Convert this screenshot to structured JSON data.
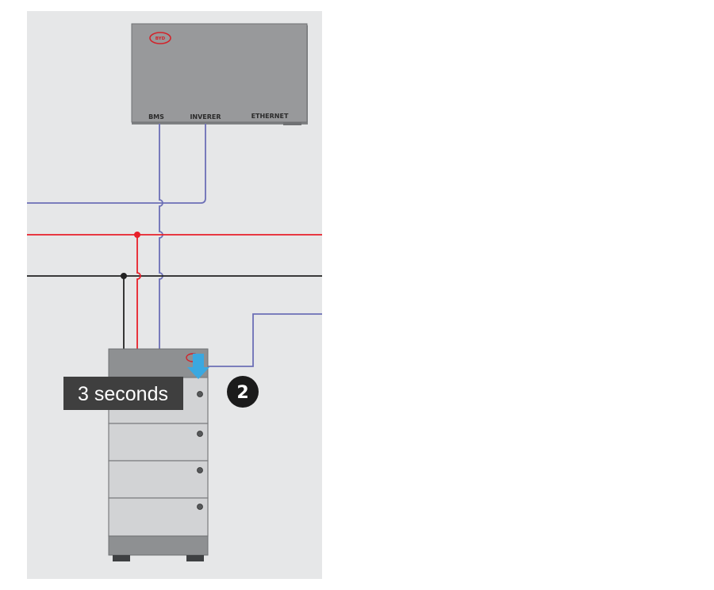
{
  "gateway": {
    "logo": "BYD",
    "ports": {
      "bms": "BMS",
      "inverter": "INVERER",
      "ethernet": "ETHERNET"
    }
  },
  "battery": {
    "logo": "BYD",
    "modules": 4
  },
  "callout": {
    "duration_label": "3 seconds",
    "step_number": "2"
  },
  "colors": {
    "communication_line": "#6c6fb6",
    "positive_line": "#e8202a",
    "negative_line": "#222222",
    "press_arrow": "#3aa8e0",
    "brand_red": "#d2232a"
  }
}
